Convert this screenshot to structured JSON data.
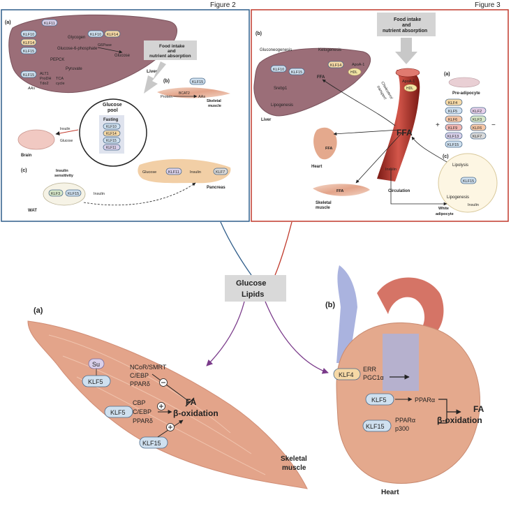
{
  "fig2": {
    "title": "Figure 2",
    "panel_a": "(a)",
    "panel_b": "(b)",
    "panel_c": "(c)",
    "food_line1": "Food intake",
    "food_line2": "and",
    "food_line3": "nutrient absorption",
    "liver": "Liver",
    "glycogen": "Glycogen",
    "g6p": "Glucose-6-phosphate",
    "g6pase": "G6Pase",
    "glucose": "Glucose",
    "pepck": "PEPCK",
    "pyruvate": "Pyruvate",
    "alt1": "ALT1",
    "prodh": "ProDH",
    "tdo2": "Tdo2",
    "tca": "TCA",
    "cycle": "cycle",
    "aas": "AAs",
    "pool_line1": "Glucose",
    "pool_line2": "pool",
    "fasting": "Fasting",
    "fasting_klfs": [
      "KLF10",
      "KLF14",
      "KLF15",
      "KLF11"
    ],
    "protein": "Protein",
    "bcat2": "BCAT2",
    "aas_b": "AAs",
    "skeletal": "Skeletal",
    "muscle": "muscle",
    "brain": "Brain",
    "insulin": "Insulin",
    "glucose_arrow": "Glucose",
    "insulin_sens1": "Insulin",
    "insulin_sens2": "sensitivity",
    "wat": "WAT",
    "pancreas": "Pancreas",
    "klf10": "KLF10",
    "klf11": "KLF11",
    "klf14": "KLF14",
    "klf15": "KLF15",
    "klf3": "KLF3",
    "klf7": "KLF7"
  },
  "fig3": {
    "title": "Figure 3",
    "panel_a": "(a)",
    "panel_b": "(b)",
    "panel_c": "(c)",
    "food_line1": "Food intake",
    "food_line2": "and",
    "food_line3": "nutrient absorption",
    "gluconeogenesis": "Gluconeogenesis",
    "ketogenesis": "Ketogenesis",
    "ffa": "FFA",
    "srebp1": "Srebp1",
    "lipogenesis": "Lipogenesis",
    "liver": "Liver",
    "apoa1": "ApoA-1",
    "hdl": "HDL",
    "chol1": "Cholesterol",
    "chol2": "transport",
    "heart": "Heart",
    "ffa_big": "FFA",
    "skeletal": "Skeletal",
    "muscle": "muscle",
    "circulation": "Circulation",
    "insulin": "Insulin",
    "preadipocyte": "Pre-adipocyte",
    "lipolysis": "Lipolysis",
    "white1": "White",
    "white2": "adipocyte",
    "plus_sign": "+",
    "minus_sign": "−",
    "klf_pro": [
      "KLF4",
      "KLF5",
      "KLF6",
      "KLF9",
      "KLF13",
      "KLF15"
    ],
    "klf_anti": [
      "KLF2",
      "KLF3",
      "KLF6",
      "KLF7"
    ],
    "klf10": "KLF10",
    "klf14": "KLF14",
    "klf15": "KLF15"
  },
  "center": {
    "line1": "Glucose",
    "line2": "Lipids"
  },
  "bottom_a": {
    "label": "(a)",
    "su": "Su",
    "klf5": "KLF5",
    "repressors": [
      "NCoR/SMRT",
      "C/EBP",
      "PPARδ"
    ],
    "activators": [
      "CBP",
      "C/EBP",
      "PPARδ"
    ],
    "klf15": "KLF15",
    "fa": "FA",
    "boxid": "β-oxidation",
    "tissue1": "Skeletal",
    "tissue2": "muscle"
  },
  "bottom_b": {
    "label": "(b)",
    "klf4": "KLF4",
    "err": "ERR",
    "pgc": "PGC1α",
    "klf5": "KLF5",
    "ppara": "PPARα",
    "klf15": "KLF15",
    "ppara2": "PPARα",
    "p300": "p300",
    "fa": "FA",
    "boxid": "β-oxidation",
    "tissue": "Heart"
  },
  "colors": {
    "fig2_border": "#2f5d8a",
    "fig3_border": "#c0392b",
    "liver": "#9b6e78",
    "muscle": "#e7b59a",
    "heart": "#e4a98d",
    "vessel": "#b8322a",
    "klf_pill": "#cfe0ef"
  }
}
